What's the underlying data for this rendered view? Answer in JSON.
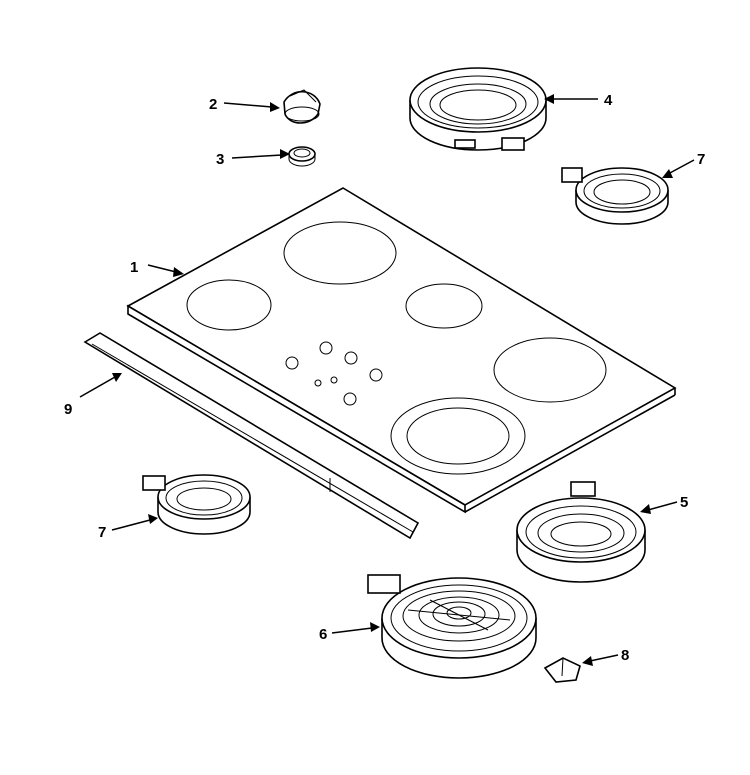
{
  "callouts": {
    "c1": "1",
    "c2": "2",
    "c3": "3",
    "c4": "4",
    "c5": "5",
    "c6": "6",
    "c7a": "7",
    "c7b": "7",
    "c8": "8",
    "c9": "9"
  },
  "colors": {
    "line": "#000000",
    "background": "#ffffff"
  }
}
